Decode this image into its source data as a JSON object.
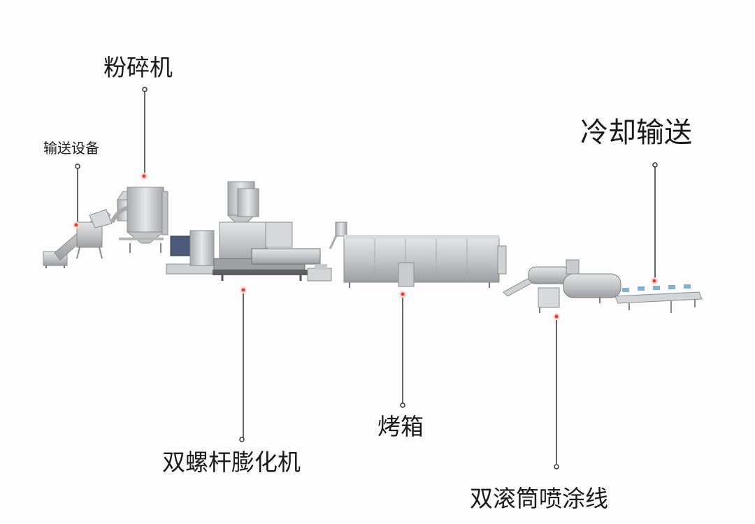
{
  "labels": {
    "conveyor_equipment": "输送设备",
    "crusher": "粉碎机",
    "twin_screw_extruder": "双螺杆膨化机",
    "oven": "烤箱",
    "double_drum_coating_line": "双滚筒喷涂线",
    "cooling_conveyor": "冷却输送"
  },
  "colors": {
    "text": "#1a1a1a",
    "leader_line": "#333333",
    "marker_dot": "#e53935",
    "machine_steel": "#c9cbcd",
    "machine_dark": "#6d7073"
  }
}
